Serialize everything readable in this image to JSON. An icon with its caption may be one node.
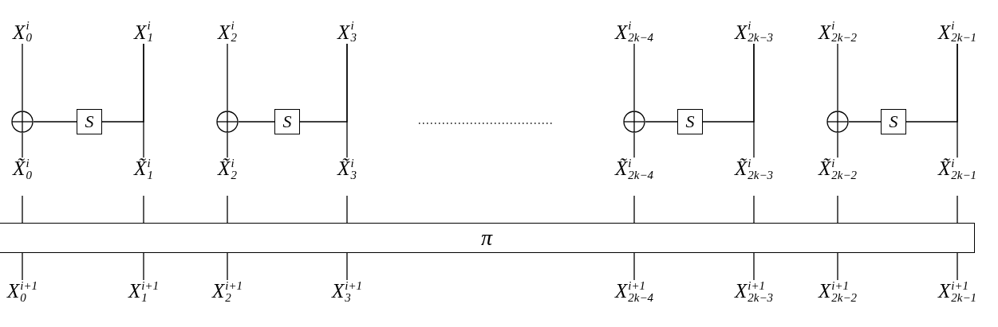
{
  "diagram": {
    "nodes": [
      {
        "text": [
          "X$_{0}$$^{i}$"
        ]
      },
      {
        "text": [
          "X$_{1}$$^{i}$"
        ]
      },
      {
        "text": [
          "X$_{2}$$^{i}$"
        ]
      },
      {
        "text": [
          "X$_{3}$$^{i}$"
        ]
      },
      {
        "text": [
          "X$_{2k−4}$$^{i}$"
        ]
      },
      {
        "text": [
          "X$_{2k−3}$$^{i}$"
        ]
      },
      {
        "text": [
          "X$_{2k−2}$$^{i}$"
        ]
      },
      {
        "text": [
          "X$_{2k−1}$$^{i}$"
        ]
      },
      {
        "text": [],
        "shape": "circle"
      },
      {
        "text": [
          "S"
        ]
      },
      {
        "text": [],
        "shape": "circle"
      },
      {
        "text": [
          "S"
        ]
      },
      {
        "text": [],
        "shape": "circle"
      },
      {
        "text": [
          "S"
        ]
      },
      {
        "text": [],
        "shape": "circle"
      },
      {
        "text": [
          "S"
        ]
      },
      {
        "text": [
          "X̃$_{0}$$^{i}$"
        ]
      },
      {
        "text": [
          "X̃$_{1}$$^{i}$"
        ]
      },
      {
        "text": [
          "X̃$_{2}$$^{i}$"
        ]
      },
      {
        "text": [
          "X̃$_{3}$$^{i}$"
        ]
      },
      {
        "text": [
          "X̃$_{2k−4}$$^{i}$"
        ]
      },
      {
        "text": [
          "X̃$_{2k−3}$$^{i}$"
        ]
      },
      {
        "text": [
          "X̃$_{2k−2}$$^{i}$"
        ]
      },
      {
        "text": [
          "X̃$_{2k−1}$$^{i}$"
        ]
      },
      {
        "text": [
          "π"
        ]
      },
      {
        "text": [
          "X$_{0}$$^{i+1}$"
        ]
      },
      {
        "text": [
          "X$_{1}$$^{i+1}$"
        ]
      },
      {
        "text": [
          "X$_{2}$$^{i+1}$"
        ]
      },
      {
        "text": [
          "X$_{3}$$^{i+1}$"
        ]
      },
      {
        "text": [
          "X$_{2k−4}$$^{i+1}$"
        ]
      },
      {
        "text": [
          "X$_{2k−3}$$^{i+1}$"
        ]
      },
      {
        "text": [
          "X$_{2k−2}$$^{i+1}$"
        ]
      },
      {
        "text": [
          "X$_{2k−1}$$^{i+1}$"
        ]
      }
    ],
    "edges": [
      {
        "from": 0,
        "to": 8,
        "arrow": "none"
      },
      {
        "from": 8,
        "to": 16,
        "arrow": "none"
      },
      {
        "from": 1,
        "to": 17,
        "arrow": "none"
      },
      {
        "from": 1,
        "to": 9,
        "arrow": "none"
      },
      {
        "from": 9,
        "to": 8,
        "arrow": "none"
      },
      {
        "from": 2,
        "to": 10,
        "arrow": "none"
      },
      {
        "from": 10,
        "to": 18,
        "arrow": "none"
      },
      {
        "from": 3,
        "to": 19,
        "arrow": "none"
      },
      {
        "from": 3,
        "to": 11,
        "arrow": "none"
      },
      {
        "from": 11,
        "to": 10,
        "arrow": "none"
      },
      {
        "from": 4,
        "to": 12,
        "arrow": "none"
      },
      {
        "from": 12,
        "to": 20,
        "arrow": "none"
      },
      {
        "from": 5,
        "to": 21,
        "arrow": "none"
      },
      {
        "from": 5,
        "to": 13,
        "arrow": "none"
      },
      {
        "from": 13,
        "to": 12,
        "arrow": "none"
      },
      {
        "from": 6,
        "to": 14,
        "arrow": "none"
      },
      {
        "from": 14,
        "to": 22,
        "arrow": "none"
      },
      {
        "from": 7,
        "to": 23,
        "arrow": "none"
      },
      {
        "from": 7,
        "to": 15,
        "arrow": "none"
      },
      {
        "from": 15,
        "to": 14,
        "arrow": "none"
      },
      {
        "from": 16,
        "to": 24,
        "arrow": "none"
      },
      {
        "from": 17,
        "to": 24,
        "arrow": "none"
      },
      {
        "from": 18,
        "to": 24,
        "arrow": "none"
      },
      {
        "from": 19,
        "to": 24,
        "arrow": "none"
      },
      {
        "from": 20,
        "to": 24,
        "arrow": "none"
      },
      {
        "from": 21,
        "to": 24,
        "arrow": "none"
      },
      {
        "from": 22,
        "to": 24,
        "arrow": "none"
      },
      {
        "from": 23,
        "to": 24,
        "arrow": "none"
      },
      {
        "from": 24,
        "to": 25,
        "arrow": "none"
      },
      {
        "from": 24,
        "to": 26,
        "arrow": "none"
      },
      {
        "from": 24,
        "to": 27,
        "arrow": "none"
      },
      {
        "from": 24,
        "to": 28,
        "arrow": "none"
      },
      {
        "from": 24,
        "to": 29,
        "arrow": "none"
      },
      {
        "from": 24,
        "to": 30,
        "arrow": "none"
      },
      {
        "from": 24,
        "to": 31,
        "arrow": "none"
      },
      {
        "from": 24,
        "to": 32,
        "arrow": "none"
      }
    ]
  }
}
